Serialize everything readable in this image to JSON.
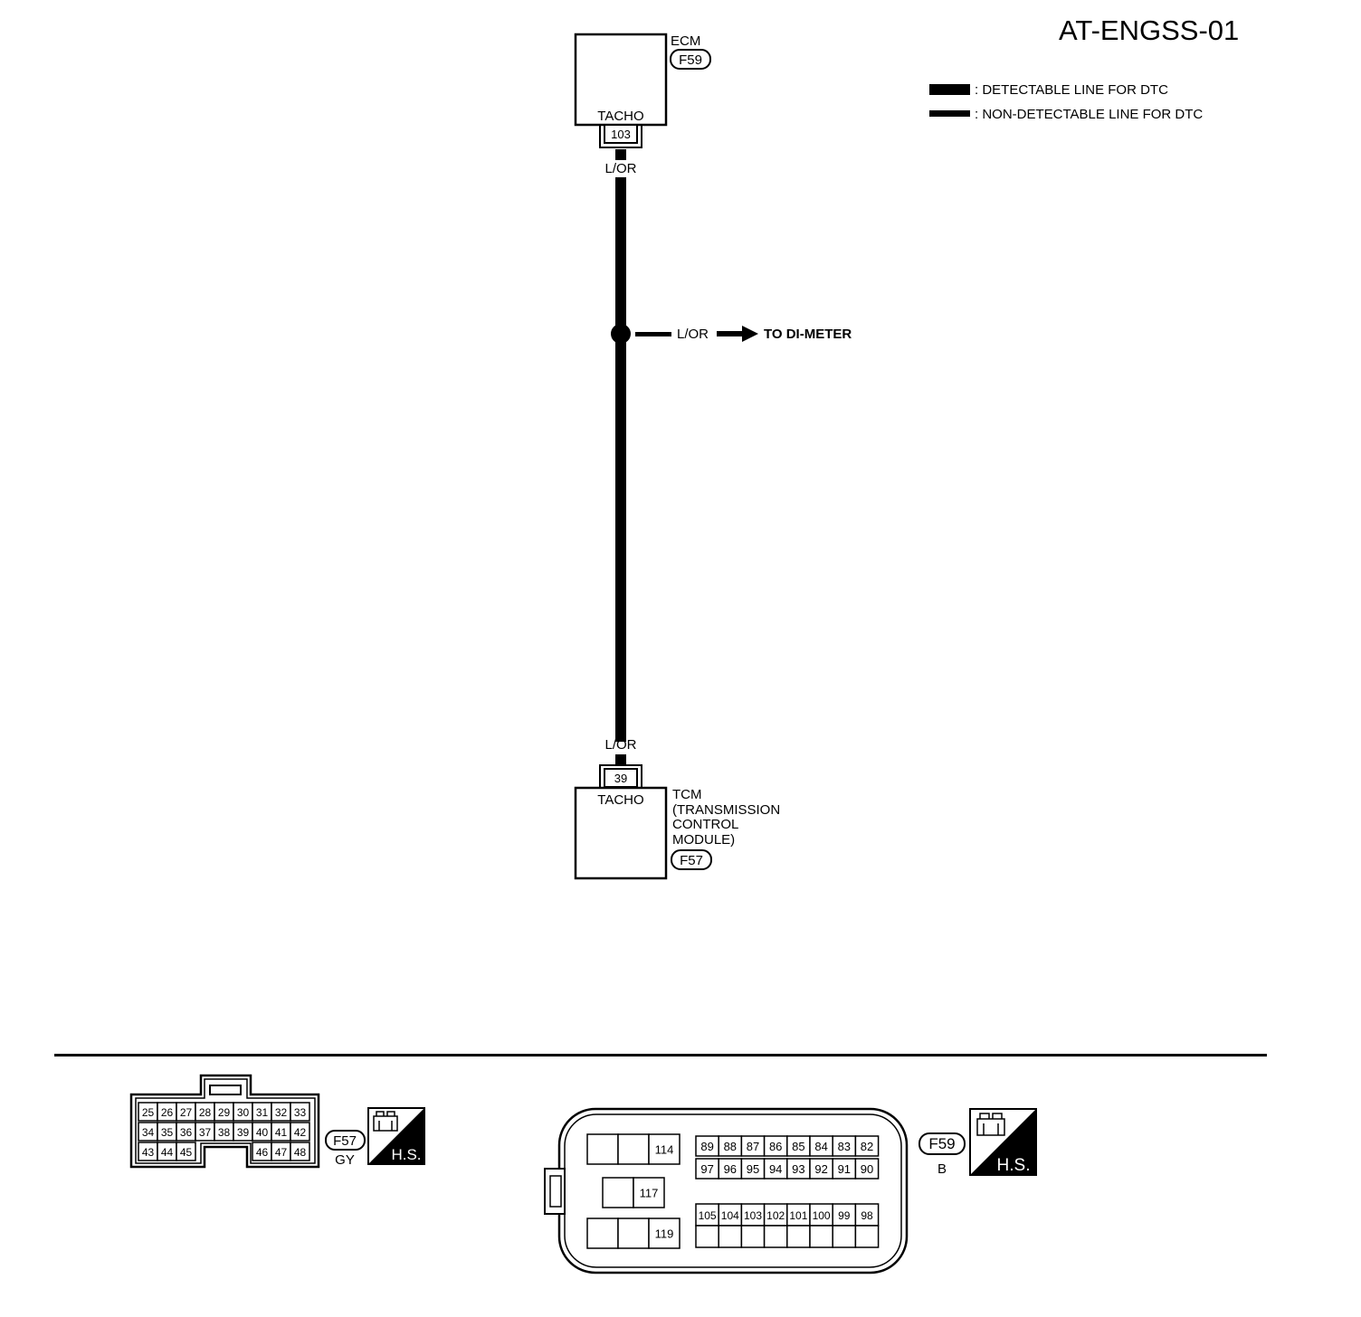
{
  "diagram_id": "AT-ENGSS-01",
  "legend": {
    "detectable": ": DETECTABLE LINE FOR DTC",
    "non_detectable": ": NON-DETECTABLE LINE FOR DTC"
  },
  "ecm": {
    "name": "ECM",
    "connector": "F59",
    "terminal_label": "TACHO",
    "pin": "103"
  },
  "wire": {
    "color_top": "L/OR",
    "color_bottom": "L/OR",
    "branch_color": "L/OR",
    "branch_destination": "TO DI-METER"
  },
  "tcm": {
    "terminal_label": "TACHO",
    "pin": "39",
    "name_lines": [
      "TCM",
      "(TRANSMISSION",
      "CONTROL",
      "MODULE)"
    ],
    "connector": "F57"
  },
  "connector_f57": {
    "id": "F57",
    "color": "GY",
    "hs_label": "H.S.",
    "rows": [
      [
        "25",
        "26",
        "27",
        "28",
        "29",
        "30",
        "31",
        "32",
        "33"
      ],
      [
        "34",
        "35",
        "36",
        "37",
        "38",
        "39",
        "40",
        "41",
        "42"
      ],
      [
        "43",
        "44",
        "45",
        "46",
        "47",
        "48"
      ]
    ]
  },
  "connector_f59": {
    "id": "F59",
    "color": "B",
    "hs_label": "H.S.",
    "left_pins": [
      "114",
      "117",
      "119"
    ],
    "upper_row1": [
      "89",
      "88",
      "87",
      "86",
      "85",
      "84",
      "83",
      "82"
    ],
    "upper_row2": [
      "97",
      "96",
      "95",
      "94",
      "93",
      "92",
      "91",
      "90"
    ],
    "lower_row": [
      "105",
      "104",
      "103",
      "102",
      "101",
      "100",
      "99",
      "98"
    ]
  }
}
